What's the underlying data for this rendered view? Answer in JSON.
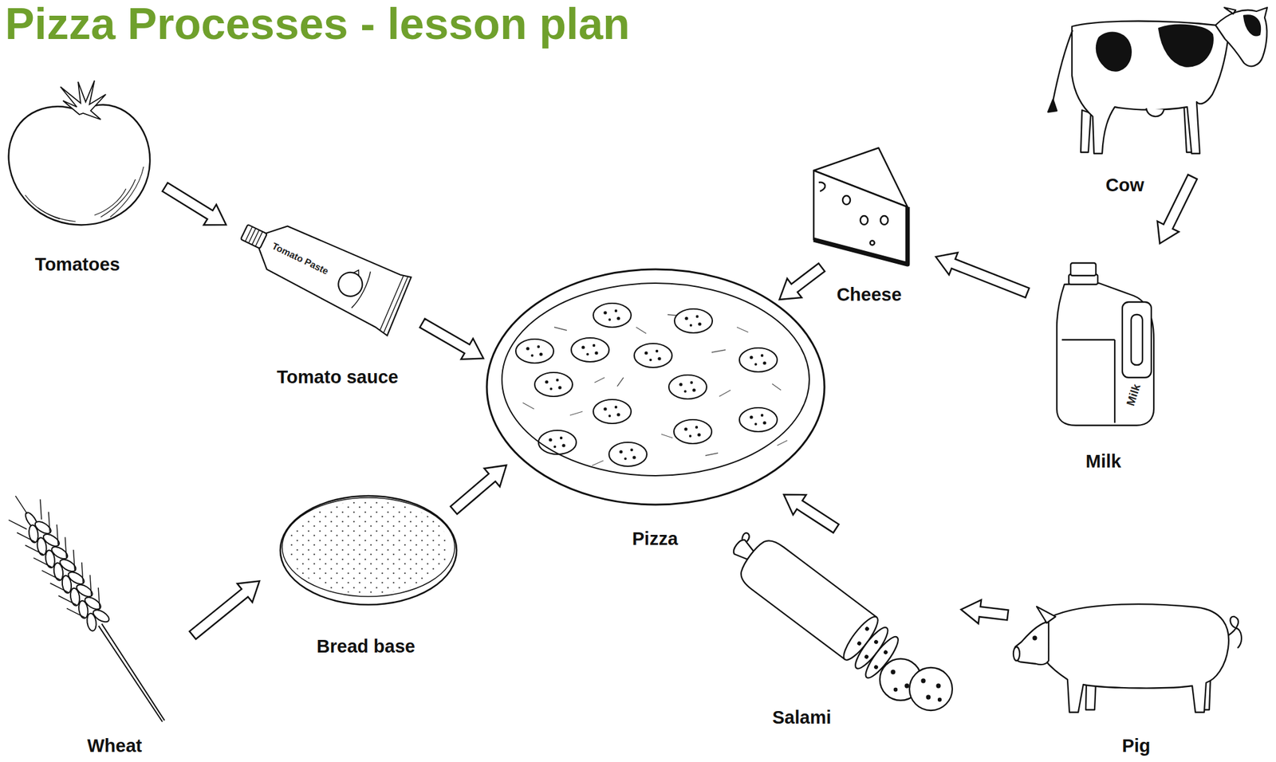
{
  "diagram": {
    "title": "Pizza Processes - lesson plan",
    "nodes": [
      {
        "text": [
          "Tomatoes"
        ]
      },
      {
        "text": [
          "Cow"
        ]
      },
      {
        "text": [
          "Cheese"
        ]
      },
      {
        "text": [
          "Tomato sauce"
        ]
      },
      {
        "text": [
          "Pizza"
        ]
      },
      {
        "text": [
          "Milk"
        ]
      },
      {
        "text": [
          "Wheat"
        ]
      },
      {
        "text": [
          "Bread base"
        ]
      },
      {
        "text": [
          "Salami"
        ]
      },
      {
        "text": [
          "Pig"
        ]
      }
    ],
    "edges": [
      {
        "from": 0,
        "to": 3,
        "arrow": "to"
      },
      {
        "from": 3,
        "to": 4,
        "arrow": "to"
      },
      {
        "from": 6,
        "to": 7,
        "arrow": "to"
      },
      {
        "from": 7,
        "to": 4,
        "arrow": "to"
      },
      {
        "from": 1,
        "to": 5,
        "arrow": "to"
      },
      {
        "from": 5,
        "to": 2,
        "arrow": "to"
      },
      {
        "from": 2,
        "to": 4,
        "arrow": "to"
      },
      {
        "from": 9,
        "to": 8,
        "arrow": "to"
      },
      {
        "from": 8,
        "to": 4,
        "arrow": "to"
      }
    ],
    "labels": [
      "Tomato Paste",
      "Milk"
    ]
  }
}
